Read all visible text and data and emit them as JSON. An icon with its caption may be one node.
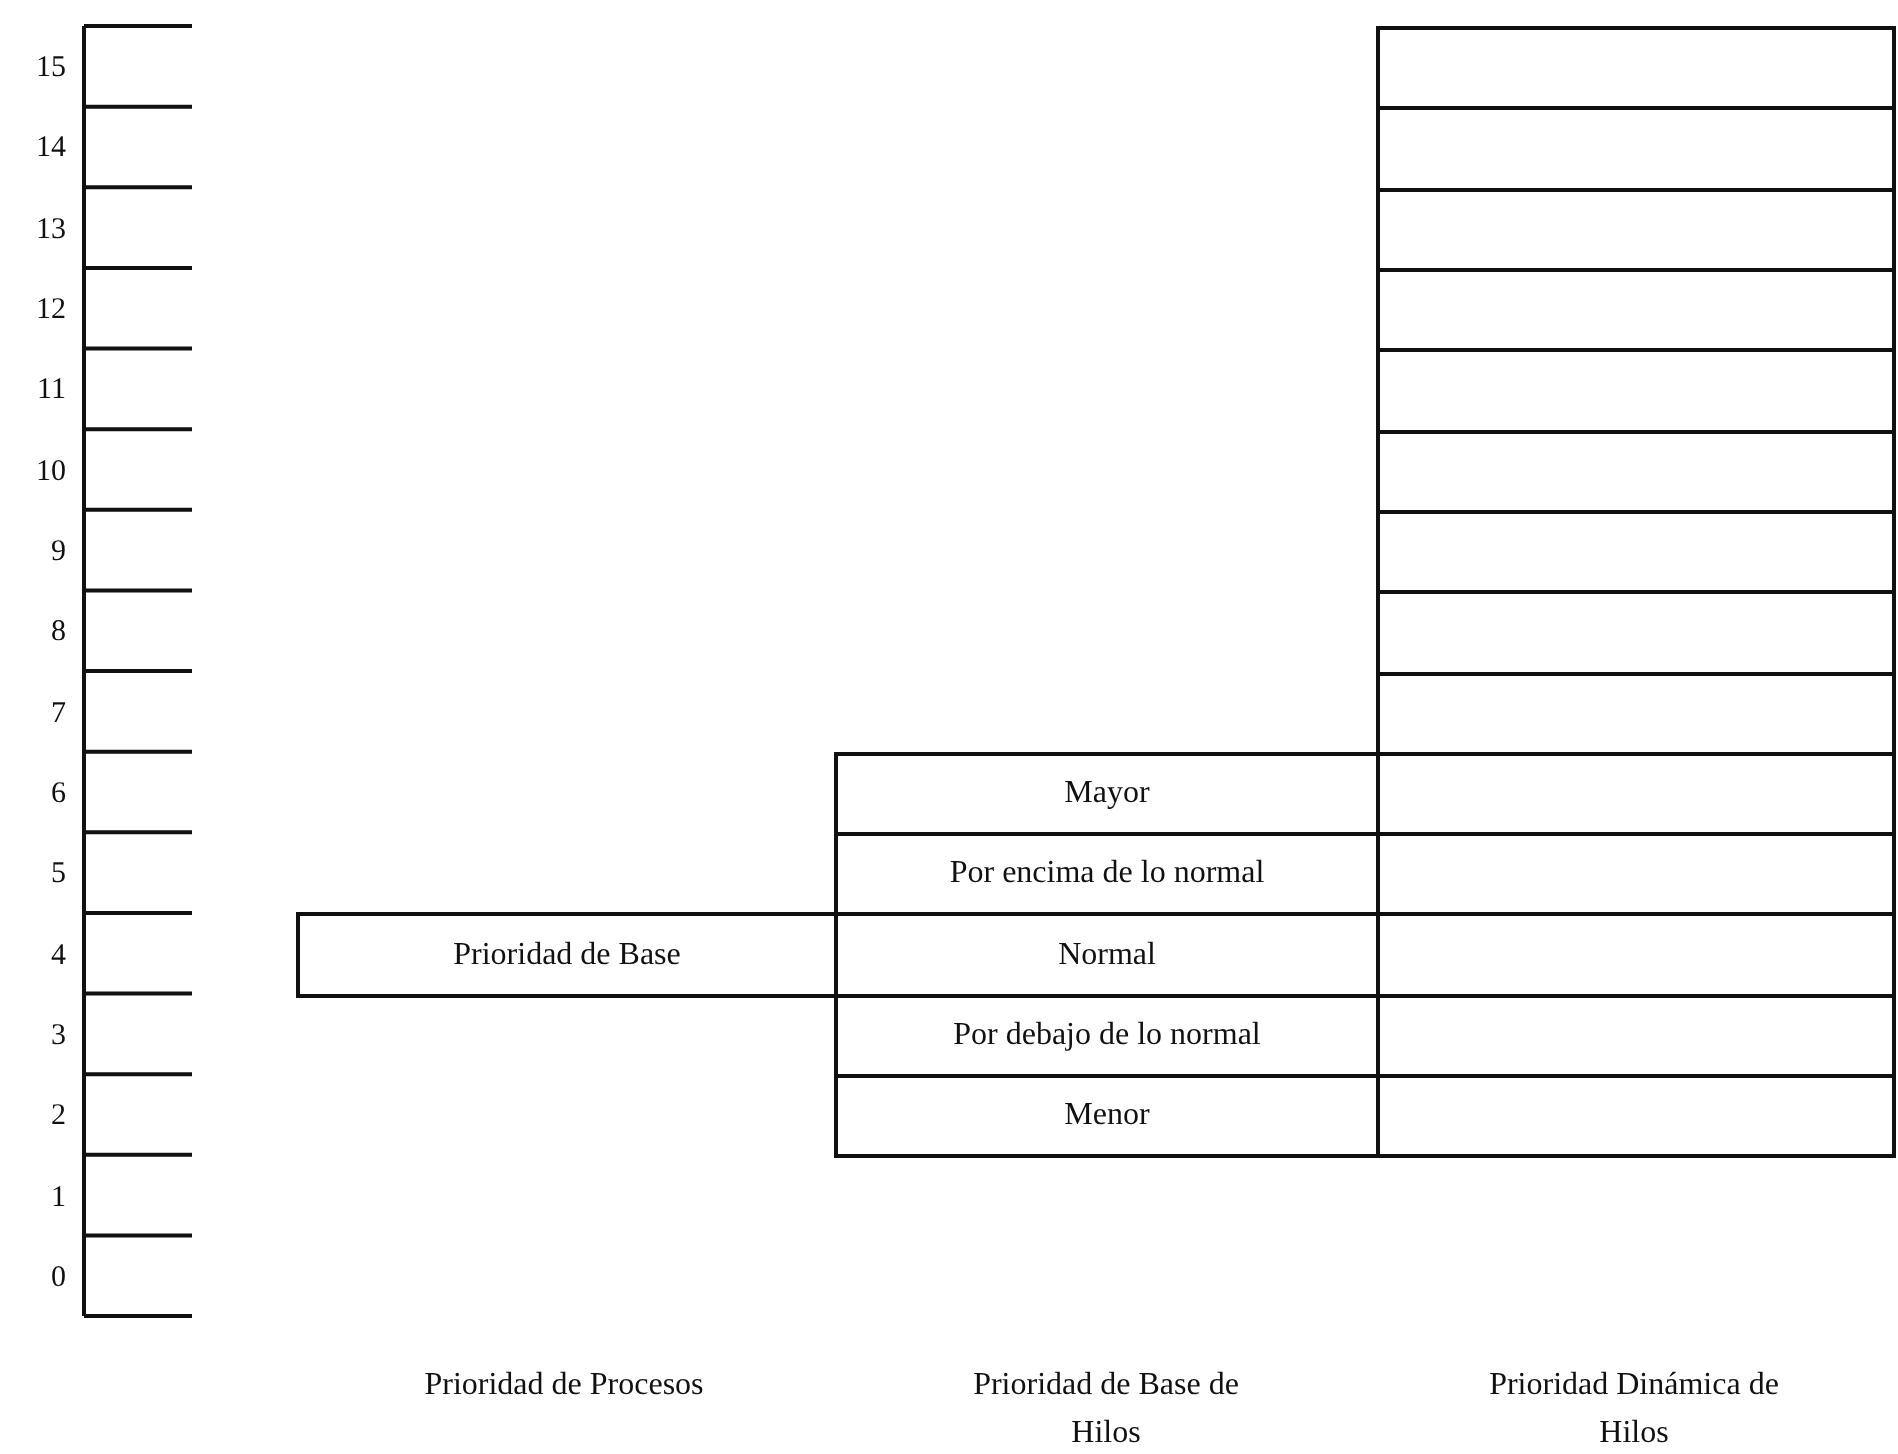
{
  "diagram": {
    "nodes": [
      {
        "text": [
          "Prioridad de Base"
        ]
      },
      {
        "text": [
          "Mayor"
        ]
      },
      {
        "text": [
          "Por encima de lo normal"
        ]
      },
      {
        "text": [
          "Normal"
        ]
      },
      {
        "text": [
          "Por debajo de lo normal"
        ]
      },
      {
        "text": [
          "Menor"
        ]
      },
      {
        "text": [],
        "shape": "box"
      },
      {
        "text": [],
        "shape": "box"
      },
      {
        "text": [],
        "shape": "box"
      },
      {
        "text": [],
        "shape": "box"
      },
      {
        "text": [],
        "shape": "box"
      },
      {
        "text": [],
        "shape": "box"
      },
      {
        "text": [],
        "shape": "box"
      },
      {
        "text": [],
        "shape": "box"
      },
      {
        "text": [],
        "shape": "box"
      },
      {
        "text": [],
        "shape": "box"
      },
      {
        "text": [],
        "shape": "box"
      },
      {
        "text": [],
        "shape": "box"
      },
      {
        "text": [],
        "shape": "box"
      },
      {
        "text": [],
        "shape": "box"
      }
    ],
    "edges": [],
    "labels": [
      "15",
      "14",
      "13",
      "12",
      "11",
      "10",
      "9",
      "8",
      "7",
      "6",
      "5",
      "4",
      "3",
      "2",
      "1",
      "0",
      "Prioridad de Procesos",
      "Prioridad de Base de Hilos",
      "Prioridad Dinámica de Hilos"
    ]
  }
}
